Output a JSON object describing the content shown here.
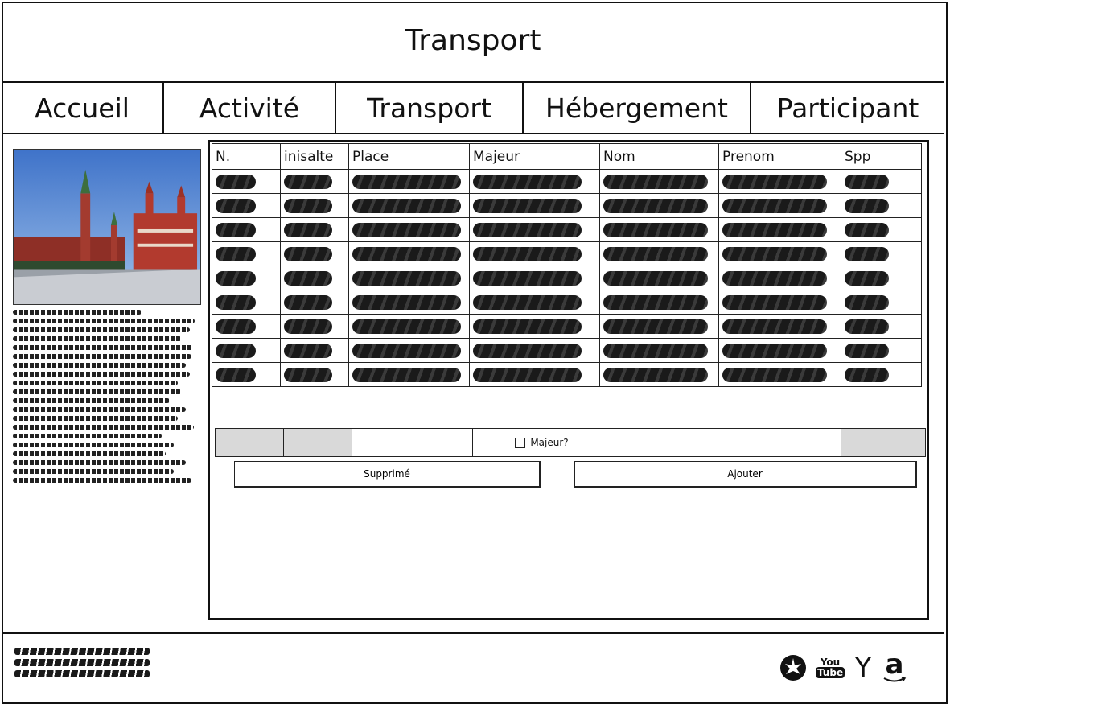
{
  "header": {
    "title": "Transport"
  },
  "nav": {
    "tabs": [
      {
        "label": "Accueil"
      },
      {
        "label": "Activité"
      },
      {
        "label": "Transport"
      },
      {
        "label": "Hébergement"
      },
      {
        "label": "Participant"
      }
    ]
  },
  "left_panel": {
    "image_icon": "kremlin-photo"
  },
  "table": {
    "columns": [
      "N.",
      "inisalte",
      "Place",
      "Majeur",
      "Nom",
      "Prenom",
      "Spp"
    ]
  },
  "form": {
    "majeur_label": "Majeur?"
  },
  "buttons": {
    "delete_label": "Supprimé",
    "add_label": "Ajouter"
  },
  "footer": {
    "social_icons": [
      "rebel-alliance-icon",
      "youtube-icon",
      "yahoo-icon",
      "amazon-icon"
    ],
    "youtube_you": "You",
    "youtube_tube": "Tube",
    "yahoo_glyph": "Y",
    "amazon_glyph": "a"
  }
}
